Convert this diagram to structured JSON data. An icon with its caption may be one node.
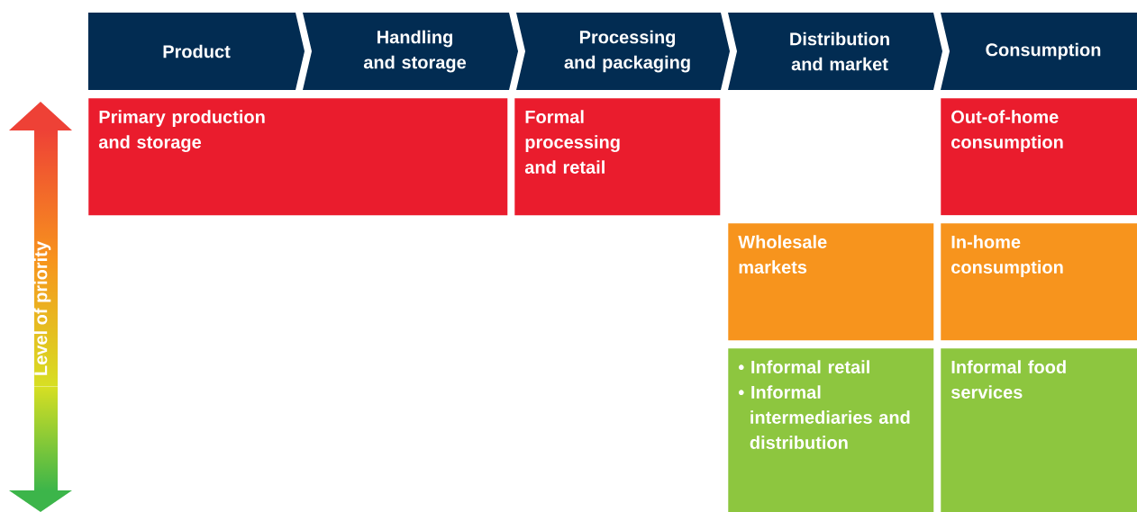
{
  "diagram": {
    "nodes": [
      {
        "text": [
          "Product"
        ]
      },
      {
        "text": [
          "Handling and storage"
        ]
      },
      {
        "text": [
          "Processing and packaging"
        ]
      },
      {
        "text": [
          "Distribution and market"
        ]
      },
      {
        "text": [
          "Consumption"
        ]
      },
      {
        "text": [
          "Primary production and storage"
        ]
      },
      {
        "text": [
          "Formal processing and retail"
        ]
      },
      {
        "text": [
          "Out-of-home consumption"
        ]
      },
      {
        "text": [
          "Wholesale markets"
        ]
      },
      {
        "text": [
          "In-home consumption"
        ]
      },
      {
        "text": [
          "• Informal retail",
          "• Informal intermediaries and distribution"
        ]
      },
      {
        "text": [
          "Informal food services"
        ]
      }
    ],
    "labels": [
      "Level of priority"
    ]
  }
}
